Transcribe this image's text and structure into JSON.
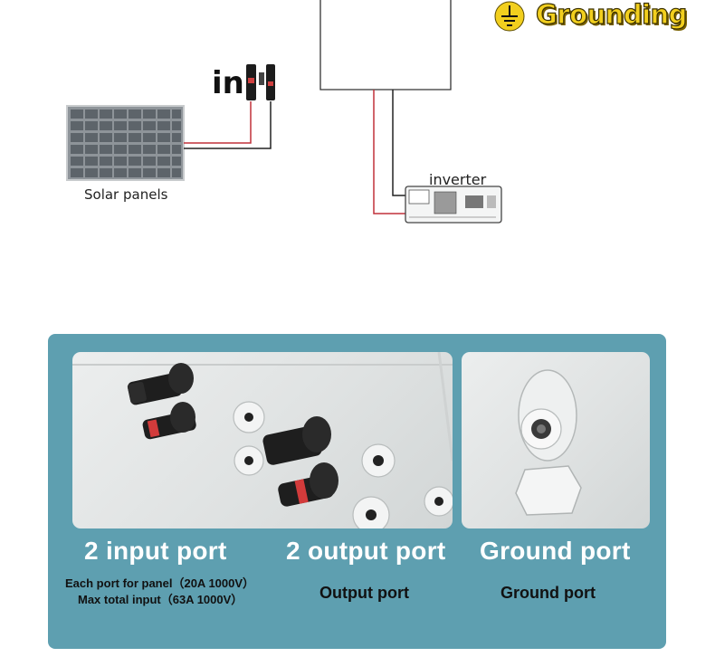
{
  "diagram": {
    "grounding_label": "Grounding",
    "in_label": "in",
    "solar_label": "Solar panels",
    "inverter_label": "inverter",
    "colors": {
      "grounding_yellow": "#f2cf1e",
      "positive_wire": "#c0303a",
      "negative_wire": "#222222"
    }
  },
  "ports": {
    "input": {
      "title": "2 input port",
      "note_line1": "Each port for panel（20A 1000V）",
      "note_line2": "Max total input（63A 1000V）"
    },
    "output": {
      "title": "2 output port",
      "subtitle": "Output port"
    },
    "ground": {
      "title": "Ground port",
      "subtitle": "Ground port"
    },
    "colors": {
      "panel_bg": "#5e9fb0",
      "title_text": "#ffffff"
    }
  }
}
